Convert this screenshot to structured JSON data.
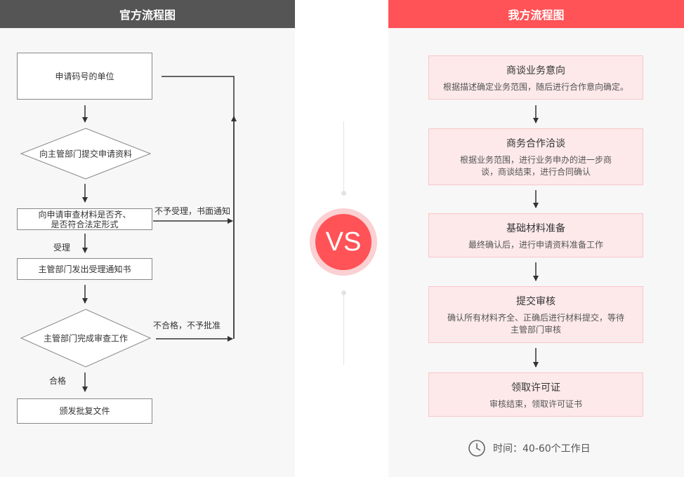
{
  "left": {
    "header": "官方流程图",
    "steps": {
      "apply_unit": "申请码号的单位",
      "submit_materials": "向主管部门提交申请资料",
      "review_line1": "向申请审查材料是否齐、",
      "review_line2": "是否符合法定形式",
      "issue_notice": "主管部门发出受理通知书",
      "complete_review": "主管部门完成审查工作",
      "issue_approval": "颁发批复文件"
    },
    "labels": {
      "not_accepted": "不予受理，书面通知",
      "accepted": "受理",
      "not_qualified": "不合格，不予批准",
      "qualified": "合格"
    }
  },
  "vs": "VS",
  "right": {
    "header": "我方流程图",
    "cards": [
      {
        "title": "商谈业务意向",
        "desc": "根据描述确定业务范围，随后进行合作意向确定。"
      },
      {
        "title": "商务合作洽谈",
        "desc": "根据业务范围，进行业务申办的进一步商谈，商谈结束，进行合同确认"
      },
      {
        "title": "基础材料准备",
        "desc": "最终确认后，进行申请资料准备工作"
      },
      {
        "title": "提交审核",
        "desc": "确认所有材料齐全、正确后进行材料提交，等待主管部门审核"
      },
      {
        "title": "领取许可证",
        "desc": "审核结束，领取许可证书"
      }
    ],
    "time_text": "时间：40-60个工作日",
    "clock_icon": "clock-icon"
  }
}
